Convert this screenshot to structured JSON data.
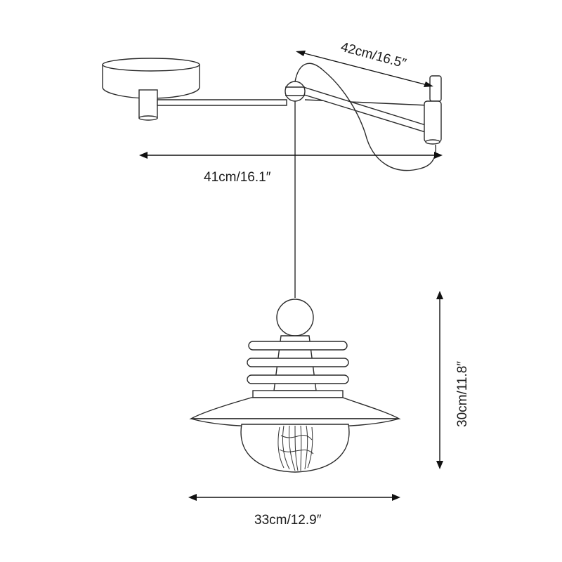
{
  "dimensions": {
    "arm_reach": "42cm/16.5″",
    "arm_length": "41cm/16.1″",
    "height": "30cm/11.8″",
    "shade_width": "33cm/12.9″"
  },
  "colors": {
    "line": "#2a2a2a",
    "background": "#ffffff"
  }
}
